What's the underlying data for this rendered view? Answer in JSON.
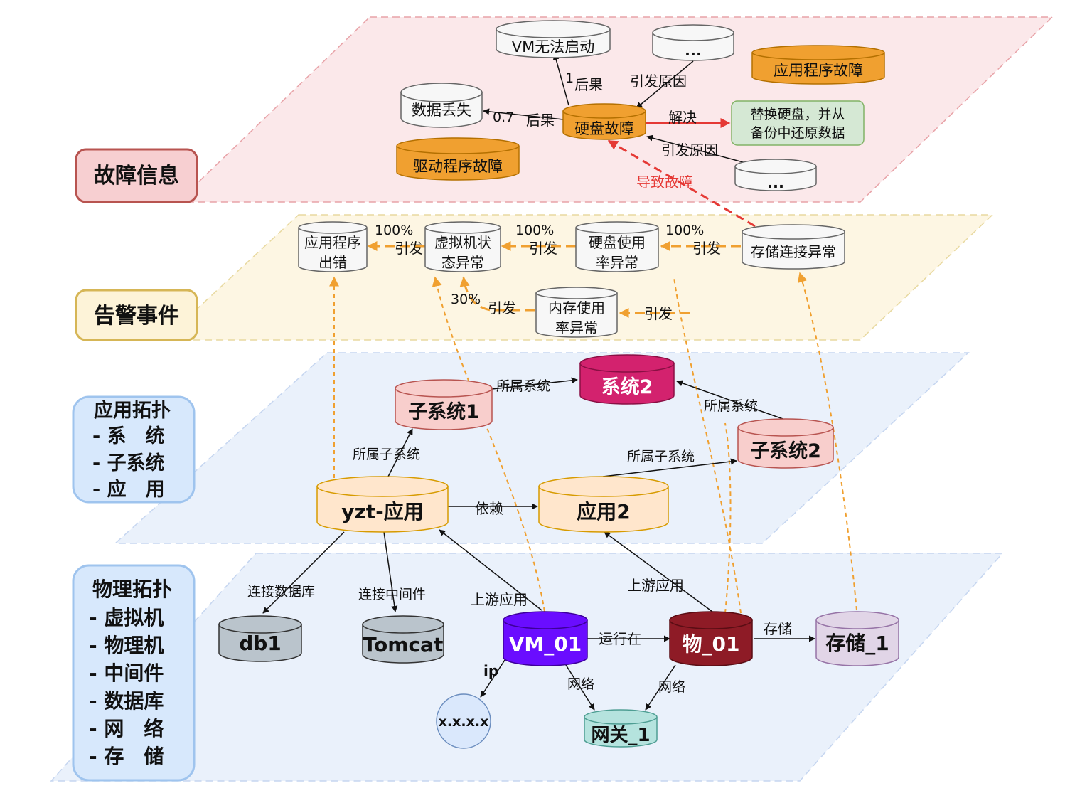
{
  "layers": {
    "fault": "故障信息",
    "alert": "告警事件",
    "app_lines": [
      "应用拓扑",
      "- 系　统",
      "- 子系统",
      "- 应　用"
    ],
    "phys_lines": [
      "物理拓扑",
      "- 虚拟机",
      "- 物理机",
      "- 中间件",
      "- 数据库",
      "- 网　络",
      "- 存　储"
    ]
  },
  "nodes": {
    "vm_fail": "VM无法启动",
    "dots1": "...",
    "app_fault": "应用程序故障",
    "data_loss": "数据丢失",
    "disk_fault": "硬盘故障",
    "replace": [
      "替换硬盘，并从",
      "备份中还原数据"
    ],
    "driver_fault": "驱动程序故障",
    "dots2": "...",
    "app_err": [
      "应用程序",
      "出错"
    ],
    "vm_state": [
      "虚拟机状",
      "态异常"
    ],
    "disk_usage": [
      "硬盘使用",
      "率异常"
    ],
    "storage_conn": "存储连接异常",
    "mem_usage": [
      "内存使用",
      "率异常"
    ],
    "sys2": "系统2",
    "subsys1": "子系统1",
    "subsys2": "子系统2",
    "yzt": "yzt-应用",
    "app2": "应用2",
    "db1": "db1",
    "tomcat": "Tomcat",
    "vm01": "VM_01",
    "phy01": "物_01",
    "store1": "存储_1",
    "ip": "x.x.x.x",
    "gw": "网关_1"
  },
  "edges": {
    "e_vm_fail": "1",
    "e_result": "后果",
    "e_cause": "引发原因",
    "e_loss": "0.7",
    "e_solve": "解决",
    "e_lead": "导致故障",
    "e_100": "100%",
    "e_trigger": "引发",
    "e_30": "30%",
    "e_belong_sys": "所属系统",
    "e_belong_sub": "所属子系统",
    "e_depend": "依赖",
    "e_conn_db": "连接数据库",
    "e_conn_mw": "连接中间件",
    "e_upstream": "上游应用",
    "e_run_on": "运行在",
    "e_store": "存储",
    "e_ip": "ip",
    "e_net": "网络"
  },
  "colors": {
    "fault_plane": "#f8d6d8",
    "alert_plane": "#fdf4dc",
    "app_plane": "#e8f0fb",
    "phys_plane": "#e8f0fb",
    "orange": "#f0a030",
    "red": "#e53935",
    "sys2": "#d3226e",
    "vm01": "#6a0dff",
    "phy01": "#8e1b26"
  }
}
